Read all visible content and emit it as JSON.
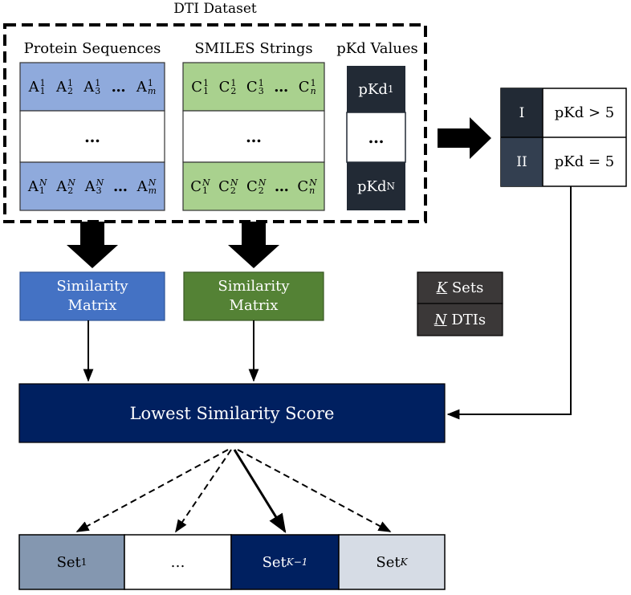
{
  "title": "DTI Dataset",
  "columns": {
    "protein": {
      "label": "Protein Sequences",
      "top_row": [
        {
          "base": "A",
          "sup": "1",
          "sub": "1"
        },
        {
          "base": "A",
          "sup": "1",
          "sub": "2"
        },
        {
          "base": "A",
          "sup": "1",
          "sub": "3"
        },
        {
          "base": "…",
          "sup": "",
          "sub": ""
        },
        {
          "base": "A",
          "sup": "1",
          "sub": "m"
        }
      ],
      "mid_row": "…",
      "bottom_row": [
        {
          "base": "A",
          "sup": "N",
          "sub": "1"
        },
        {
          "base": "A",
          "sup": "N",
          "sub": "2"
        },
        {
          "base": "A",
          "sup": "N",
          "sub": "3"
        },
        {
          "base": "…",
          "sup": "",
          "sub": ""
        },
        {
          "base": "A",
          "sup": "N",
          "sub": "m"
        }
      ]
    },
    "smiles": {
      "label": "SMILES Strings",
      "top_row": [
        {
          "base": "C",
          "sup": "1",
          "sub": "1"
        },
        {
          "base": "C",
          "sup": "1",
          "sub": "2"
        },
        {
          "base": "C",
          "sup": "1",
          "sub": "3"
        },
        {
          "base": "…",
          "sup": "",
          "sub": ""
        },
        {
          "base": "C",
          "sup": "1",
          "sub": "n"
        }
      ],
      "mid_row": "…",
      "bottom_row": [
        {
          "base": "C",
          "sup": "N",
          "sub": "1"
        },
        {
          "base": "C",
          "sup": "N",
          "sub": "2"
        },
        {
          "base": "C",
          "sup": "N",
          "sub": "2"
        },
        {
          "base": "…",
          "sup": "",
          "sub": ""
        },
        {
          "base": "C",
          "sup": "N",
          "sub": "n"
        }
      ]
    },
    "pkd": {
      "label": "pKd Values",
      "top": "pKd",
      "top_sub": "1",
      "mid": "…",
      "bottom": "pKd",
      "bottom_sub": "N"
    }
  },
  "classes": [
    {
      "id": "I",
      "condition": "pKd > 5"
    },
    {
      "id": "II",
      "condition": "pKd = 5"
    }
  ],
  "similarity_protein": {
    "line1": "Similarity",
    "line2": "Matrix"
  },
  "similarity_smiles": {
    "line1": "Similarity",
    "line2": "Matrix"
  },
  "legend": {
    "k_var": "K",
    "k_text": " Sets",
    "n_var": "N",
    "n_text": " DTIs"
  },
  "lowest_score": "Lowest Similarity Score",
  "sets": [
    {
      "base": "Set",
      "sub": "1"
    },
    {
      "base": "…",
      "sub": ""
    },
    {
      "base": "Set",
      "sub": "K−1"
    },
    {
      "base": "Set",
      "sub": "K"
    }
  ],
  "colors": {
    "protein_fill": "#8faadc",
    "smiles_fill": "#a9d18e",
    "pkd_fill": "#222a35",
    "class1_fill": "#222a35",
    "class2_fill": "#333f50",
    "sim_protein": "#4472c4",
    "sim_smiles": "#548235",
    "legend_fill": "#3b3838",
    "navy": "#002060",
    "set1_fill": "#8497b0",
    "setk_fill": "#d6dce5"
  }
}
